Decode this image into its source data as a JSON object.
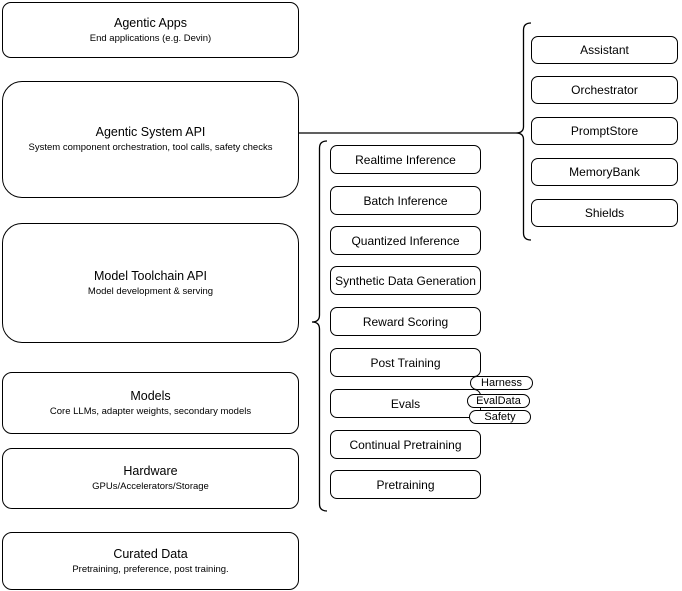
{
  "diagram": {
    "stack": [
      {
        "title": "Agentic Apps",
        "subtitle": "End applications (e.g. Devin)"
      },
      {
        "title": "Agentic System API",
        "subtitle": "System component orchestration, tool calls, safety checks"
      },
      {
        "title": "Model Toolchain API",
        "subtitle": "Model development & serving"
      },
      {
        "title": "Models",
        "subtitle": "Core LLMs, adapter weights, secondary models"
      },
      {
        "title": "Hardware",
        "subtitle": "GPUs/Accelerators/Storage"
      },
      {
        "title": "Curated Data",
        "subtitle": "Pretraining, preference, post training."
      }
    ],
    "toolchain_items": [
      "Realtime Inference",
      "Batch Inference",
      "Quantized Inference",
      "Synthetic Data Generation",
      "Reward Scoring",
      "Post Training",
      "Evals",
      "Continual Pretraining",
      "Pretraining"
    ],
    "evals_tags": [
      "Harness",
      "EvalData",
      "Safety"
    ],
    "system_components": [
      "Assistant",
      "Orchestrator",
      "PromptStore",
      "MemoryBank",
      "Shields"
    ],
    "colors": {
      "stroke": "#000000",
      "fill": "#ffffff",
      "text": "#000000"
    }
  }
}
